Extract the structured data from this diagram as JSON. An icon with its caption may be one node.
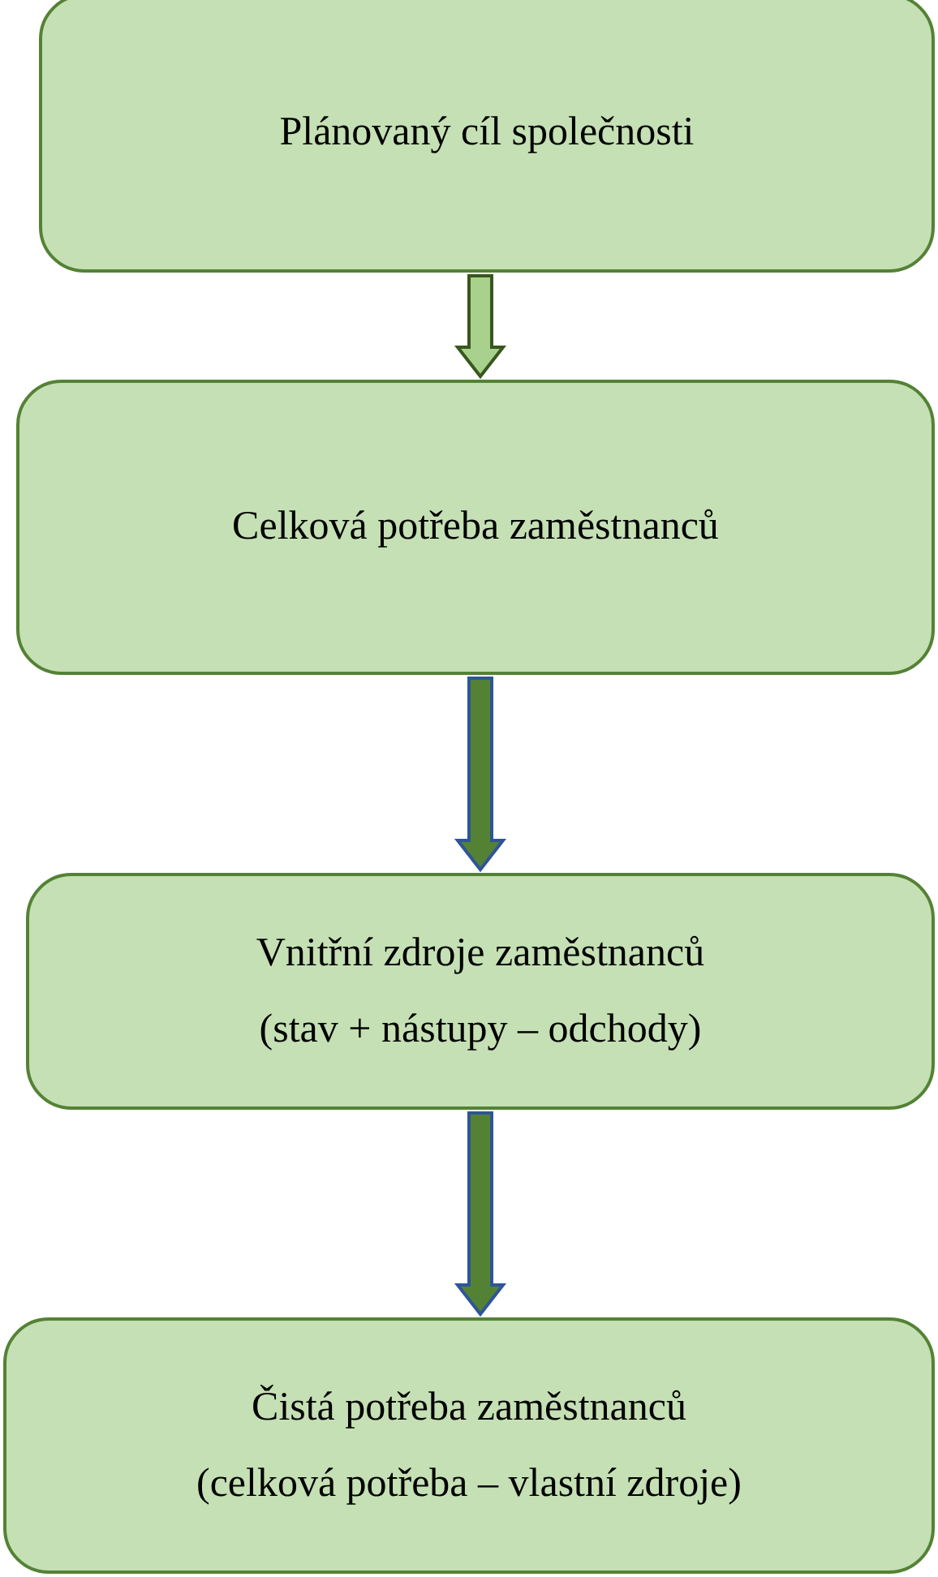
{
  "diagram": {
    "nodes": [
      {
        "text": [
          "Plánovaný cíl společnosti"
        ]
      },
      {
        "text": [
          "Celková potřeba zaměstnanců"
        ]
      },
      {
        "text": [
          "Vnitřní zdroje zaměstnanců",
          "(stav + nástupy – odchody)"
        ]
      },
      {
        "text": [
          "Čistá potřeba zaměstnanců",
          "(celková potřeba – vlastní zdroje)"
        ]
      }
    ],
    "edges": [
      {
        "from": 0,
        "to": 1,
        "arrow": "to",
        "color": "#a9d18e"
      },
      {
        "from": 1,
        "to": 2,
        "arrow": "to"
      },
      {
        "from": 2,
        "to": 3,
        "arrow": "to"
      }
    ]
  }
}
